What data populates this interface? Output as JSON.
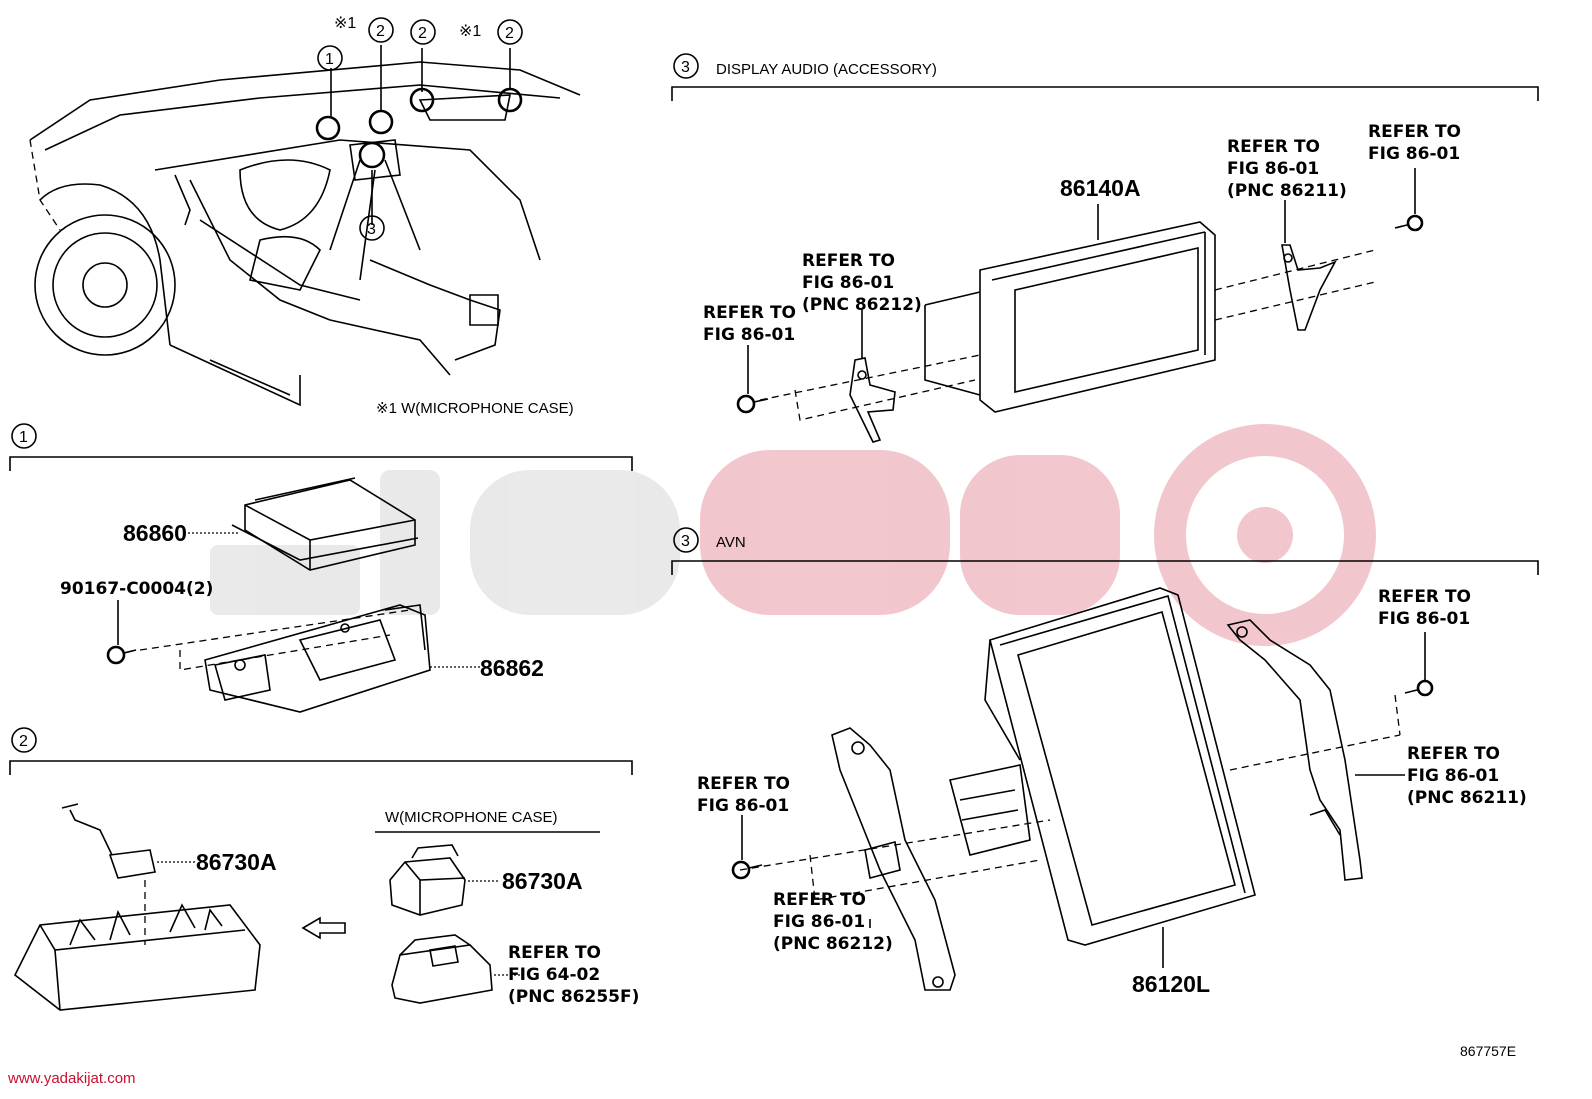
{
  "markers": {
    "note": "※1",
    "c1": "1",
    "c2": "2",
    "c3": "3"
  },
  "legend_note": "※1 W(MICROPHONE CASE)",
  "sections": {
    "s1": {
      "num": "1"
    },
    "s2": {
      "num": "2"
    },
    "s3a": {
      "num": "3",
      "title": "DISPLAY AUDIO (ACCESSORY)"
    },
    "s3b": {
      "num": "3",
      "title": "AVN"
    }
  },
  "parts": {
    "p86860": "86860",
    "p90167": "90167-C0004(2)",
    "p86862": "86862",
    "p86730a": "86730A",
    "p86730a_mic": "86730A",
    "p86140a": "86140A",
    "p86120l": "86120L"
  },
  "mic_case_title": "W(MICROPHONE CASE)",
  "refs": {
    "r_da_right_a": [
      "REFER TO",
      "FIG 86-01",
      "(PNC 86211)"
    ],
    "r_da_right_b": [
      "REFER TO",
      "FIG 86-01"
    ],
    "r_da_left_a": [
      "REFER TO",
      "FIG 86-01",
      "(PNC 86212)"
    ],
    "r_da_left_b": [
      "REFER TO",
      "FIG 86-01"
    ],
    "r_avn_tr": [
      "REFER TO",
      "FIG 86-01"
    ],
    "r_avn_right": [
      "REFER TO",
      "FIG 86-01",
      "(PNC 86211)"
    ],
    "r_avn_left": [
      "REFER TO",
      "FIG 86-01"
    ],
    "r_avn_bottom": [
      "REFER TO",
      "FIG 86-01",
      "(PNC 86212)"
    ],
    "r_mic": [
      "REFER TO",
      "FIG 64-02",
      "(PNC 86255F)"
    ]
  },
  "figure_id": "867757E",
  "watermark_url": "www.yadakijat.com",
  "colors": {
    "watermark": "#e9b7bd",
    "url": "#c8102e"
  }
}
